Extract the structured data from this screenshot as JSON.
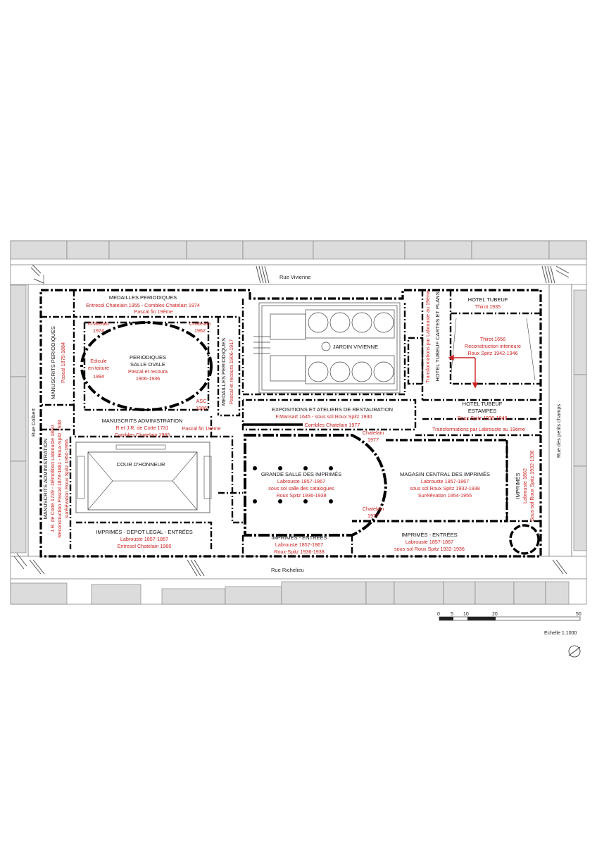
{
  "streets": {
    "north": "Rue Vivienne",
    "south": "Rue Richelieu",
    "west": "Rue Colbert",
    "east": "Rue des petits champs"
  },
  "rooms": [
    {
      "id": "medailles-periodiques-north",
      "name": "MEDAILLES PERIODIQUES",
      "notes": [
        "Entresol Chatelain 1955 - Combles Chatelain 1974",
        "Pascal fin 19ème"
      ]
    },
    {
      "id": "manuscrits-periodiques",
      "name": "MANUSCRITS PERIODIQUES",
      "notes": [
        "Pascal 1879-1884"
      ]
    },
    {
      "id": "salle-ovale",
      "name": "PERIODIQUES SALLE OVALE",
      "notes": [
        "Pascal et recoura",
        "1906-1936"
      ]
    },
    {
      "id": "medailles-periodiques-east",
      "name": "MEDAILLES PERIODIQUES",
      "notes": [
        "Pascal et recoura 1906-1917"
      ]
    },
    {
      "id": "jardin-vivienne",
      "name": "JARDIN VIVIENNE",
      "notes": []
    },
    {
      "id": "hotel-tubeuf-north",
      "name": "HOTEL TUBEUF",
      "notes": [
        "Thirot 1935"
      ]
    },
    {
      "id": "cartes-et-plans",
      "name": "HOTEL TUBEUF CARTES ET PLANS",
      "notes": [
        "Transformations par Labrouste au 19ème"
      ]
    },
    {
      "id": "hotel-tubeuf-estampes",
      "name": "HOTEL TUBEUF ESTAMPES",
      "notes": [
        "Roux Spitz 1938-1946",
        "Transformations par Labrouste au 19ème"
      ]
    },
    {
      "id": "expositions",
      "name": "EXPOSITIONS ET ATELIERS DE RESTAURATION",
      "notes": [
        "F.Mansart 1645 - sous sol Roux Spitz 1930",
        "Combles Chatelain 1977"
      ]
    },
    {
      "id": "manuscrits-administration-north",
      "name": "MANUSCRITS ADMINISTRATION",
      "notes": [
        "R et J.R. de Cotte 1731",
        "Combles Chatelain 1965"
      ]
    },
    {
      "id": "cour-honneur",
      "name": "COUR D'HONNEUR",
      "notes": []
    },
    {
      "id": "manuscrits-administration-west",
      "name": "MANUSCRITS ADMINISTRATION",
      "notes": [
        "J.R. de Cotte 1739 - Démolition Labrouste 1860",
        "Reconstruction Pascal 1878-1881 - Roux-Spitz 1938",
        "surélévation Roux Spitz 1950-1955"
      ]
    },
    {
      "id": "imprimes-depot-legal",
      "name": "IMPRIMÉS - DEPOT LEGAL - ENTRÉES",
      "notes": [
        "Labrouste 1857-1867",
        "Entresol Chatelain 1960"
      ]
    },
    {
      "id": "grande-salle",
      "name": "GRANDE SALLE DES IMPRIMÉS",
      "notes": [
        "Labrouste 1857-1867",
        "sous sol salle des catalogues",
        "Roux Spitz 1936-1938"
      ]
    },
    {
      "id": "magasin-central",
      "name": "MAGASIN CENTRAL DES IMPRIMÉS",
      "notes": [
        "Labrouste 1857-1867",
        "sous sol Roux Spitz 1932-1938",
        "Surélévation 1954-1955"
      ]
    },
    {
      "id": "imprimes-entrees-center",
      "name": "IMPRIMÉS - ENTRÉES",
      "notes": [
        "Labrouste 1857-1867",
        "Roux-Spitz 1936-1938"
      ]
    },
    {
      "id": "imprimes-entrees-east",
      "name": "IMPRIMÉS - ENTRÉES",
      "notes": [
        "Labrouste 1857-1867",
        "sous-sol Roux Spitz 1932-1936"
      ]
    },
    {
      "id": "imprimes-east",
      "name": "IMPRIMÉS",
      "notes": [
        "Labrouste 1862",
        "Sous-sol Roux Spitz 1932-1936"
      ]
    }
  ],
  "annotations": {
    "chatelain_1974": "Chatelain\n1974",
    "chatelain_1962": "Chatelain\n1962",
    "edicule": "Edicule\nen toiture\n1994",
    "asc_1986": "ASC\n1986",
    "pascal_fin": "Pascal fin 19ème",
    "chatelain_1977_a": "Chatelain\n1977",
    "chatelain_1977_b": "Chatelain\n1977",
    "thirot": "Thirot 1656\nReconstruction interieure\nRoux Spitz 1942-1946"
  },
  "scale": {
    "ticks": [
      "0",
      "5",
      "10",
      "20",
      "50"
    ],
    "label": "Echelle 1:1000"
  },
  "colors": {
    "annotation_red": "#cc2222",
    "wall": "#000000",
    "neighbor_building": "#dcdcdc"
  }
}
